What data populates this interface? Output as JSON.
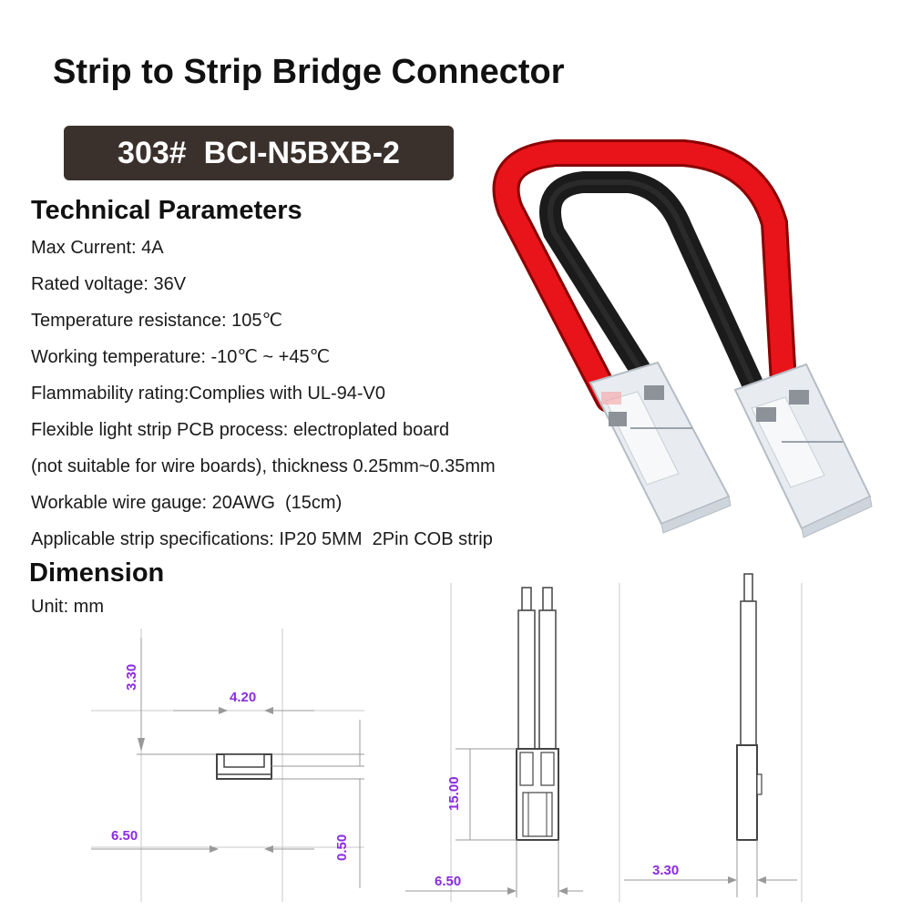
{
  "title": "Strip to Strip Bridge Connector",
  "model": "303#  BCI-N5BXB-2",
  "technical_parameters": {
    "heading": "Technical Parameters",
    "items": [
      "Max Current: 4A",
      "Rated voltage: 36V",
      "Temperature resistance: 105℃",
      "Working temperature: -10℃ ~ +45℃",
      "Flammability rating:Complies with UL-94-V0",
      "Flexible light strip PCB process: electroplated board",
      "(not suitable for wire boards), thickness 0.25mm~0.35mm",
      "Workable wire gauge: 20AWG  (15cm)",
      "Applicable strip specifications: IP20 5MM  2Pin COB strip"
    ]
  },
  "dimension": {
    "heading": "Dimension",
    "unit": "Unit: mm",
    "labels": {
      "end_height": "3.30",
      "slot_width": "4.20",
      "end_width": "6.50",
      "base_thickness": "0.50",
      "body_length": "15.00",
      "front_width": "6.50",
      "side_thickness": "3.30"
    }
  },
  "colors": {
    "badge_bg": "#3a302c",
    "dimension_label": "#8a2be2",
    "wire_red": "#e8141a",
    "wire_black": "#1b1b1b"
  }
}
